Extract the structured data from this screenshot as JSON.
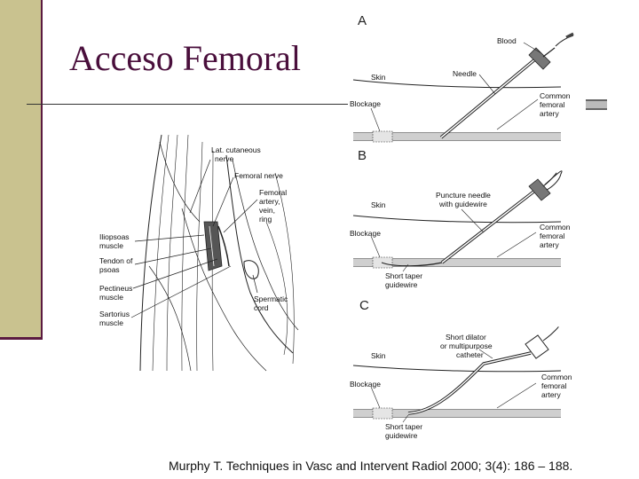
{
  "title": "Acceso Femoral",
  "citation": "Murphy T. Techniques in Vasc and Intervent Radiol 2000; 3(4): 186 – 188.",
  "anatomy": {
    "lat_cutaneous_1": "Lat. cutaneous",
    "lat_cutaneous_2": "nerve",
    "femoral_nerve": "Femoral nerve",
    "femoral_1": "Femoral",
    "femoral_2": "artery,",
    "femoral_3": "vein,",
    "femoral_4": "ring",
    "iliopsoas_1": "Iliopsoas",
    "iliopsoas_2": "muscle",
    "tendon_1": "Tendon of",
    "tendon_2": "psoas",
    "pectineus_1": "Pectineus",
    "pectineus_2": "muscle",
    "sartorius_1": "Sartorius",
    "sartorius_2": "muscle",
    "spermatic_1": "Spermatic",
    "spermatic_2": "cord"
  },
  "panel_a": {
    "letter": "A",
    "blood": "Blood",
    "skin": "Skin",
    "needle": "Needle",
    "blockage": "Blockage",
    "artery_1": "Common",
    "artery_2": "femoral",
    "artery_3": "artery"
  },
  "panel_b": {
    "letter": "B",
    "skin": "Skin",
    "needle_1": "Puncture needle",
    "needle_2": "with guidewire",
    "blockage": "Blockage",
    "artery_1": "Common",
    "artery_2": "femoral",
    "artery_3": "artery",
    "guide_1": "Short taper",
    "guide_2": "guidewire"
  },
  "panel_c": {
    "letter": "C",
    "dilator_1": "Short dilator",
    "dilator_2": "or multipurpose",
    "dilator_3": "catheter",
    "skin": "Skin",
    "blockage": "Blockage",
    "artery_1": "Common",
    "artery_2": "femoral",
    "artery_3": "artery",
    "guide_1": "Short taper",
    "guide_2": "guidewire"
  }
}
